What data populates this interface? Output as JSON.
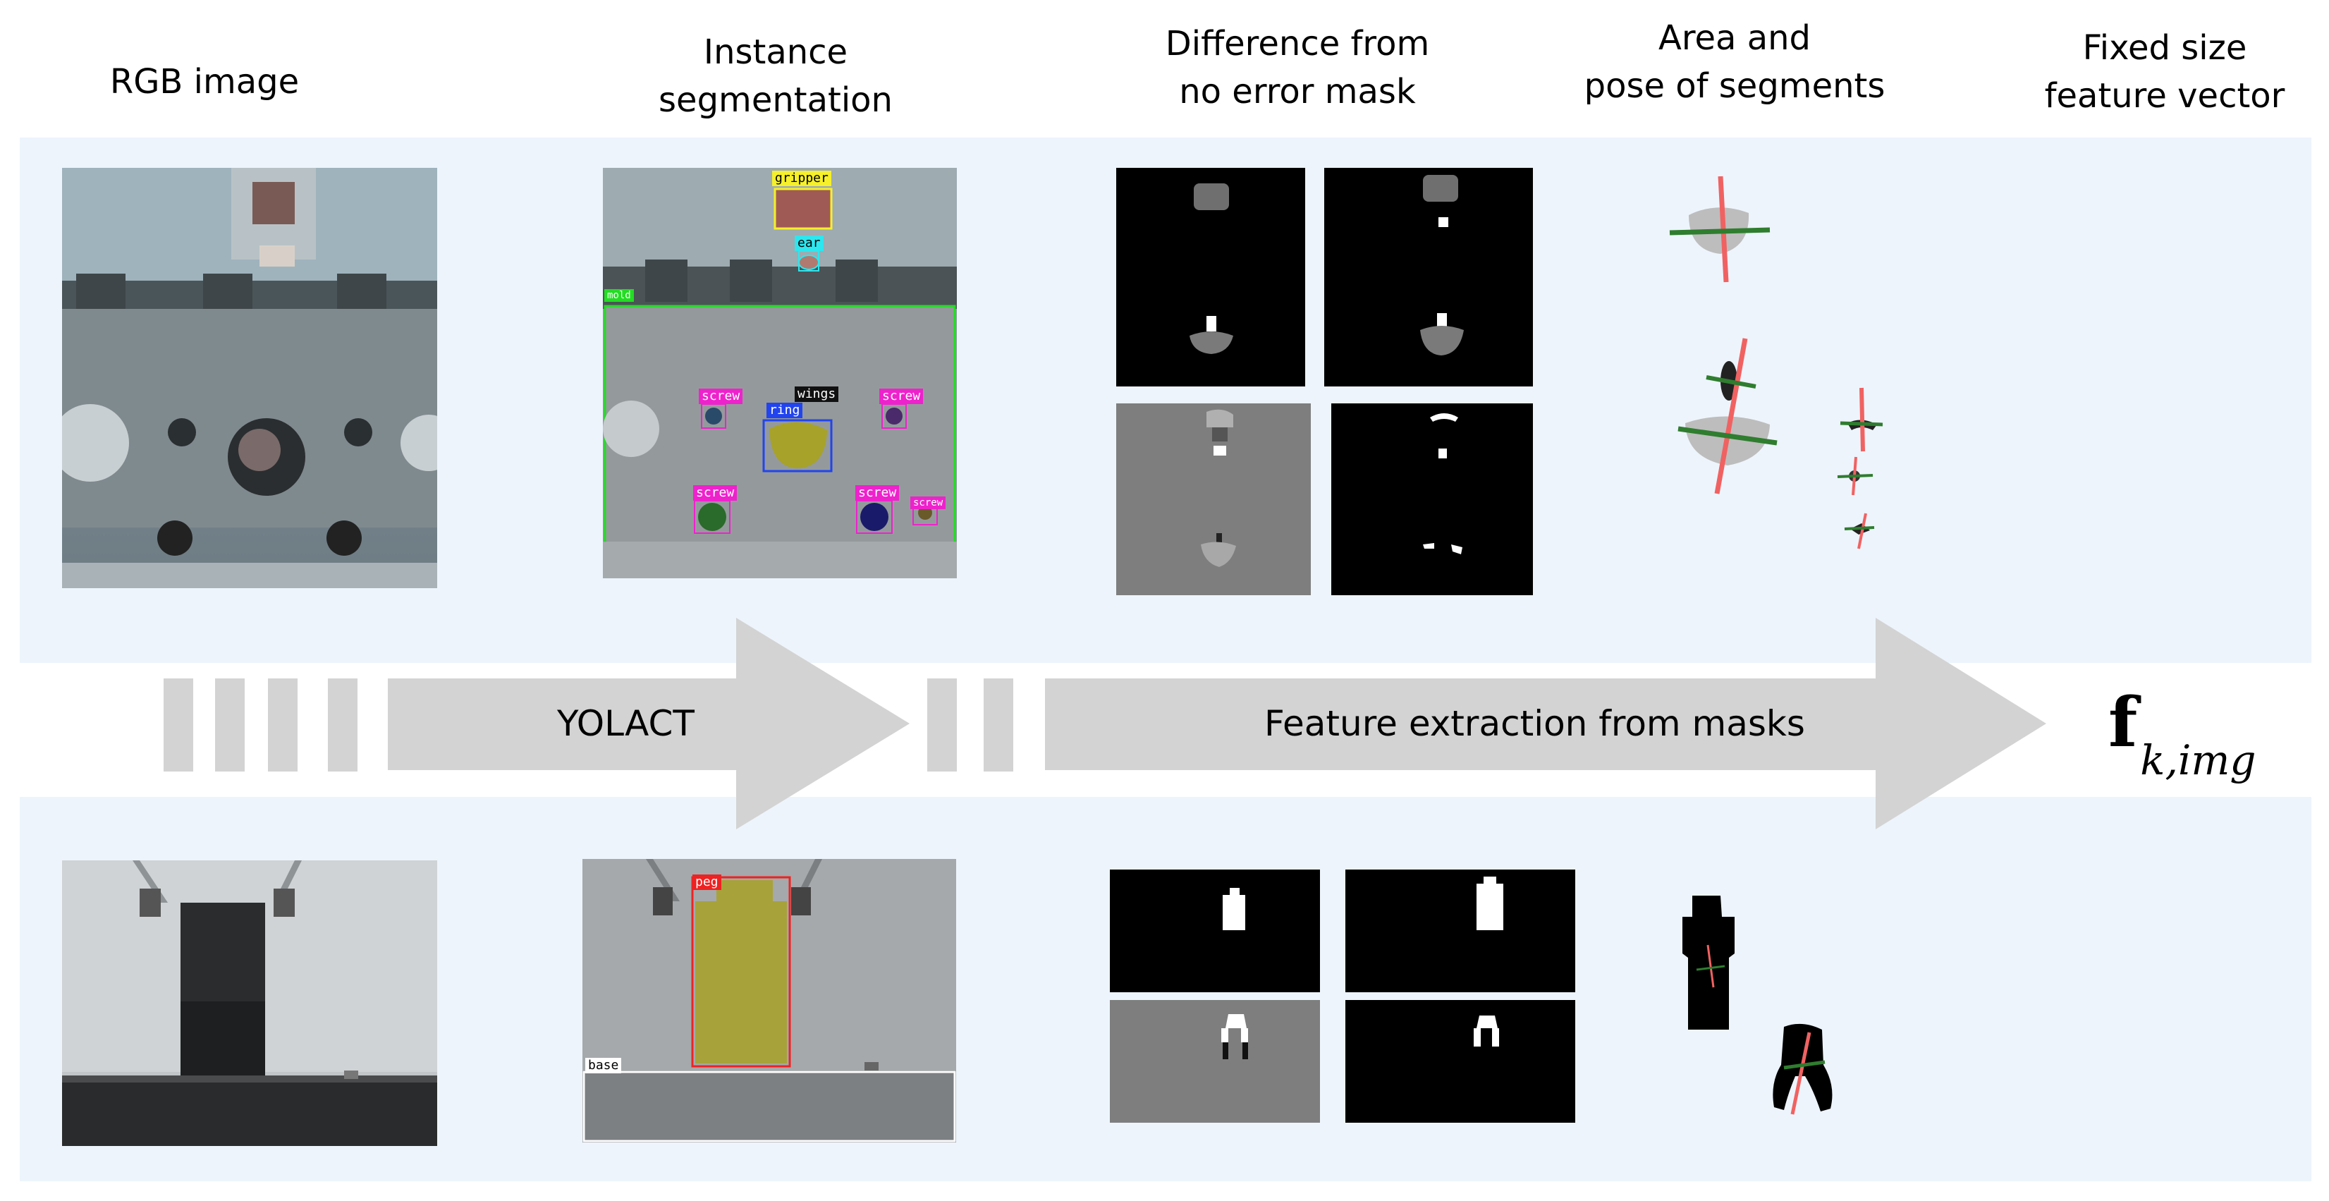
{
  "headers": {
    "rgb": "RGB image",
    "instance_seg": [
      "Instance",
      "segmentation"
    ],
    "difference": [
      "Difference from",
      "no error mask"
    ],
    "area_pose": [
      "Area and",
      "pose of segments"
    ],
    "feature_vector": [
      "Fixed size",
      "feature vector"
    ]
  },
  "arrows": {
    "first": "YOLACT",
    "second": "Feature extraction from masks"
  },
  "formula": {
    "symbol": "f",
    "subscript": "k,img"
  },
  "top_labels": {
    "gripper": "gripper",
    "ear": "ear",
    "mold": "mold",
    "screw": "screw",
    "ring": "ring",
    "wings": "wings"
  },
  "bottom_labels": {
    "peg": "peg",
    "base": "base"
  },
  "colors": {
    "band": "#edf4fc",
    "arrow": "#d3d3d3",
    "pose_axis_major": "#f06262",
    "pose_axis_minor": "#2f7d2f",
    "label_gripper": "#f5f02a",
    "label_ear": "#2ee6ee",
    "label_mold": "#22dd22",
    "label_screw": "#ee22cc",
    "label_ring": "#2244ee",
    "label_peg": "#ee2222"
  }
}
